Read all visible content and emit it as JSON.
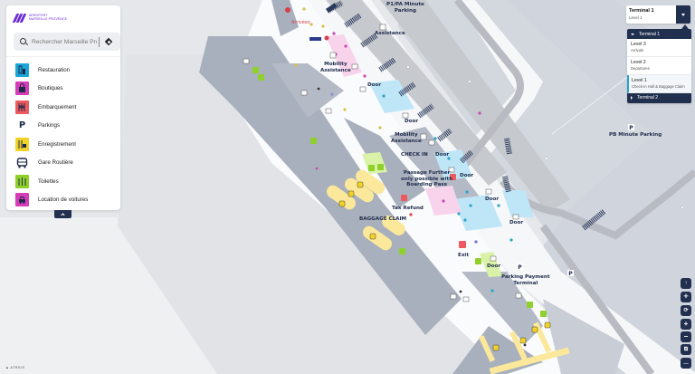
{
  "app": {
    "logo_text_line1": "AEROPORT",
    "logo_text_line2": "MARSEILLE PROVENCE",
    "brand_color": "#6a2bd6",
    "accent_color": "#22304f"
  },
  "search": {
    "placeholder": "Rechercher Marseille Provence",
    "value": ""
  },
  "legend": {
    "items": [
      {
        "label": "Restauration",
        "icon": "restaurant-icon",
        "color": "#1aa6d6"
      },
      {
        "label": "Boutiques",
        "icon": "shopping-bag-icon",
        "color": "#d63cb7"
      },
      {
        "label": "Embarquement",
        "icon": "boarding-icon",
        "color": "#ec5a5f"
      },
      {
        "label": "Parkings",
        "icon": "parking-icon",
        "color": "#ffffff"
      },
      {
        "label": "Enregistrement",
        "icon": "checkin-icon",
        "color": "#f0d22a"
      },
      {
        "label": "Gare Routière",
        "icon": "bus-icon",
        "color": "#ffffff"
      },
      {
        "label": "Toilettes",
        "icon": "toilets-icon",
        "color": "#8fd12a"
      },
      {
        "label": "Location de voitures",
        "icon": "car-rental-icon",
        "color": "#d63cb7"
      }
    ]
  },
  "level_selector": {
    "current_terminal": "Terminal 1",
    "current_level": "Level 1",
    "terminals": [
      {
        "name": "Terminal 1",
        "expanded": true,
        "levels": [
          {
            "name": "Level 3",
            "desc": "Arrivals"
          },
          {
            "name": "Level 2",
            "desc": "Departures"
          },
          {
            "name": "Level 1",
            "desc": "Check-in Hall & Baggage Claim",
            "active": true
          }
        ]
      },
      {
        "name": "Terminal 2",
        "expanded": false
      }
    ]
  },
  "map_labels": {
    "p1_parking": "P1/PA Minute\nParking",
    "assistance_top": "Assistance",
    "mobility_1": "Mobility\nAssistance",
    "door_1": "Door",
    "door_2": "Door",
    "mobility_2": "Mobility\nAssistance",
    "check_in": "CHECK IN",
    "door_3": "Door",
    "passage": "Passage Further\nonly possible with\nBoarding Pass",
    "door_4": "Door",
    "door_5": "Door",
    "door_6": "Door",
    "tax_refund": "Tax Refund",
    "baggage_claim": "BAGGAGE CLAIM",
    "exit": "Exit",
    "door_7": "Door",
    "parking_payment": "Parking Payment\nTerminal",
    "pb_parking": "PB Minute Parking",
    "arrivals_red": "Arrivées"
  },
  "controls": [
    {
      "name": "compass-button",
      "glyph": "↑"
    },
    {
      "name": "pan-button",
      "glyph": "✛"
    },
    {
      "name": "reset-rotation-button",
      "glyph": "⟳"
    },
    {
      "name": "zoom-in-button",
      "glyph": "+"
    },
    {
      "name": "zoom-out-button",
      "glyph": "−"
    },
    {
      "name": "open-external-button",
      "glyph": "⧉"
    },
    {
      "name": "more-button",
      "glyph": "…"
    }
  ],
  "attribution": "ATRIUS"
}
